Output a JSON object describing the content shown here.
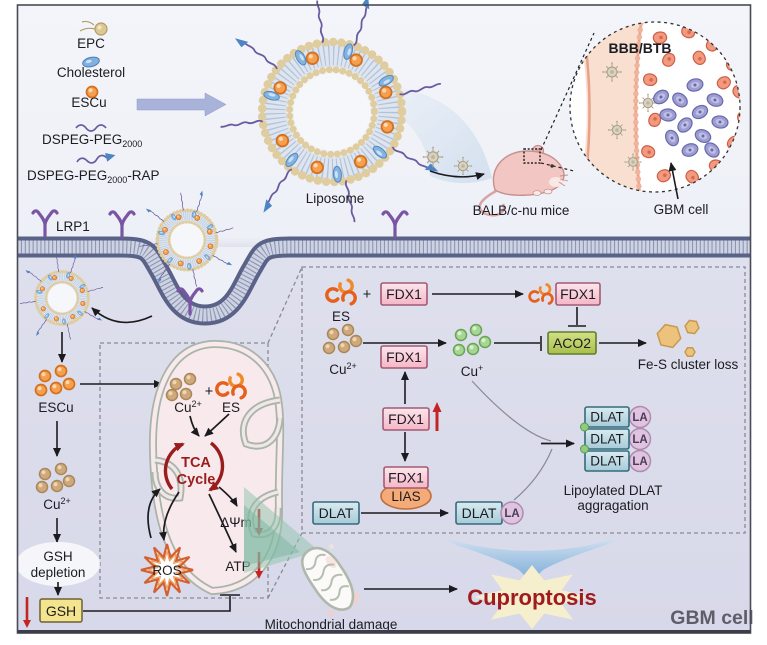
{
  "colors": {
    "fdx1_fill": "#f9cdd9",
    "aco2_fill": "#bccf62",
    "dlat_fill": "#c2dbe6",
    "la_fill": "#dfc3e0",
    "gsh_fill": "#f4e48d",
    "lias_fill": "#f4ab77",
    "red_accent": "#c32424",
    "cuproptosis_text": "#a01b1f",
    "membrane": "#5a6288",
    "receptor": "#7a55a3",
    "escu_orange": "#f59f4f",
    "cu_plus_green": "#a6d694"
  },
  "legend": {
    "items": [
      {
        "label": "EPC"
      },
      {
        "label": "Cholesterol"
      },
      {
        "label": "ESCu"
      },
      {
        "base": "DSPEG-PEG",
        "sub": "2000",
        "suffix": ""
      },
      {
        "base": "DSPEG-PEG",
        "sub": "2000",
        "suffix": "-RAP"
      }
    ]
  },
  "top": {
    "liposome_label": "Liposome",
    "mice_label": "BALB/c-nu mice",
    "bbb_label": "BBB/BTB",
    "gbm_cell_label": "GBM cell"
  },
  "membrane": {
    "receptor_label": "LRP1"
  },
  "left": {
    "escu": "ESCu",
    "cu_base": "Cu",
    "cu_sup": "2+",
    "gsh_dep_line1": "GSH",
    "gsh_dep_line2": "depletion",
    "gsh_box": "GSH"
  },
  "mito": {
    "cu_base": "Cu",
    "cu_sup": "2+",
    "plus": "+",
    "es": "ES",
    "tca_line1": "TCA",
    "tca_line2": "Cycle",
    "ros": "ROS",
    "delta_psi": "ΔΨm",
    "atp": "ATP"
  },
  "cascade": {
    "es": "ES",
    "plus": "+",
    "fdx1": "FDX1",
    "cu2_base": "Cu",
    "cu2_sup": "2+",
    "cu1_base": "Cu",
    "cu1_sup": "+",
    "aco2": "ACO2",
    "fes_loss": "Fe-S cluster loss",
    "lias": "LIAS",
    "dlat": "DLAT",
    "la": "LA",
    "agg_line1": "Lipoylated DLAT",
    "agg_line2": "aggragation"
  },
  "bottom": {
    "mito_damage": "Mitochondrial damage",
    "cuproptosis": "Cuproptosis",
    "gbm_cell": "GBM cell"
  }
}
